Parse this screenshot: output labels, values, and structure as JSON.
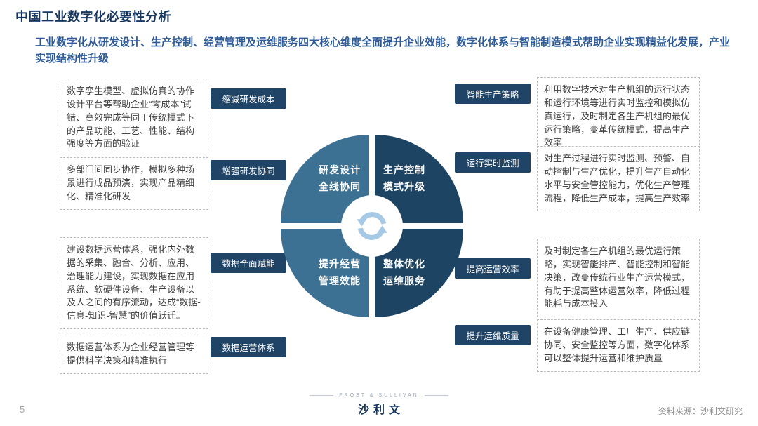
{
  "page": {
    "title": "中国工业数字化必要性分析",
    "subtitle": "工业数字化从研发设计、生产控制、经营管理及运维服务四大核心维度全面提升企业效能，数字化体系与智能制造模式帮助企业实现精益化发展，产业实现结构性升级",
    "page_number": "5",
    "source": "资料来源：沙利文研究",
    "logo_cn": "沙利文",
    "logo_en": "FROST & SULLIVAN"
  },
  "colors": {
    "title": "#17375E",
    "subtitle": "#2E5B97",
    "tag_bg": "#1F4466",
    "quad_light": "#3D7193",
    "quad_dark": "#1E4464",
    "icon_blue": "#A6C9E6",
    "note_border": "#BDBDBD"
  },
  "diagram": {
    "center_icon": "cycle-arrows-icon",
    "quadrants": [
      {
        "position": "top-left",
        "line1": "研发设计",
        "line2": "全线协同",
        "color": "#3D7193"
      },
      {
        "position": "top-right",
        "line1": "生产控制",
        "line2": "模式升级",
        "color": "#1E4464"
      },
      {
        "position": "bottom-left",
        "line1": "提升经营",
        "line2": "管理效能",
        "color": "#3D7193"
      },
      {
        "position": "bottom-right",
        "line1": "整体优化",
        "line2": "运维服务",
        "color": "#1E4464"
      }
    ]
  },
  "left_items": [
    {
      "tag": "缩减研发成本",
      "text": "数字孪生模型、虚拟仿真的协作设计平台等帮助企业“零成本”试错、高效完成等同于传统模式下的产品功能、工艺、性能、结构强度等方面的验证"
    },
    {
      "tag": "增强研发协同",
      "text": "多部门间同步协作，模拟多种场景进行成品预演，实现产品精细化、精准化研发"
    },
    {
      "tag": "数据全面赋能",
      "text": "建设数据运营体系，强化内外数据的采集、融合、分析、应用、治理能力建设，实现数据在应用系统、软硬件设备、生产设备以及人之间的有序流动，达成“数据-信息-知识-智慧”的价值跃迁。"
    },
    {
      "tag": "数据运营体系",
      "text": "数据运营体系为企业经营管理等提供科学决策和精准执行"
    }
  ],
  "right_items": [
    {
      "tag": "智能生产策略",
      "text": "利用数字技术对生产机组的运行状态和运行环境等进行实时监控和模拟仿真运行，及时制定各生产机组的最优运行策略，变革传统模式，提高生产效率"
    },
    {
      "tag": "运行实时监测",
      "text": "对生产过程进行实时监测、预警、自动控制与生产优化，提升生产自动化水平与安全管控能力，优化生产管理流程，降低生产成本，提高生产效率"
    },
    {
      "tag": "提高运营效率",
      "text": "及时制定各生产机组的最优运行策略，实现智能排产、智能控制和智能决策，改变传统行业生产运营模式，有助于提高整体运营效率，降低过程能耗与成本投入"
    },
    {
      "tag": "提升运维质量",
      "text": "在设备健康管理、工厂生产、供应链协同、安全监控等方面，数字化体系可以整体提升运营和维护质量"
    }
  ]
}
